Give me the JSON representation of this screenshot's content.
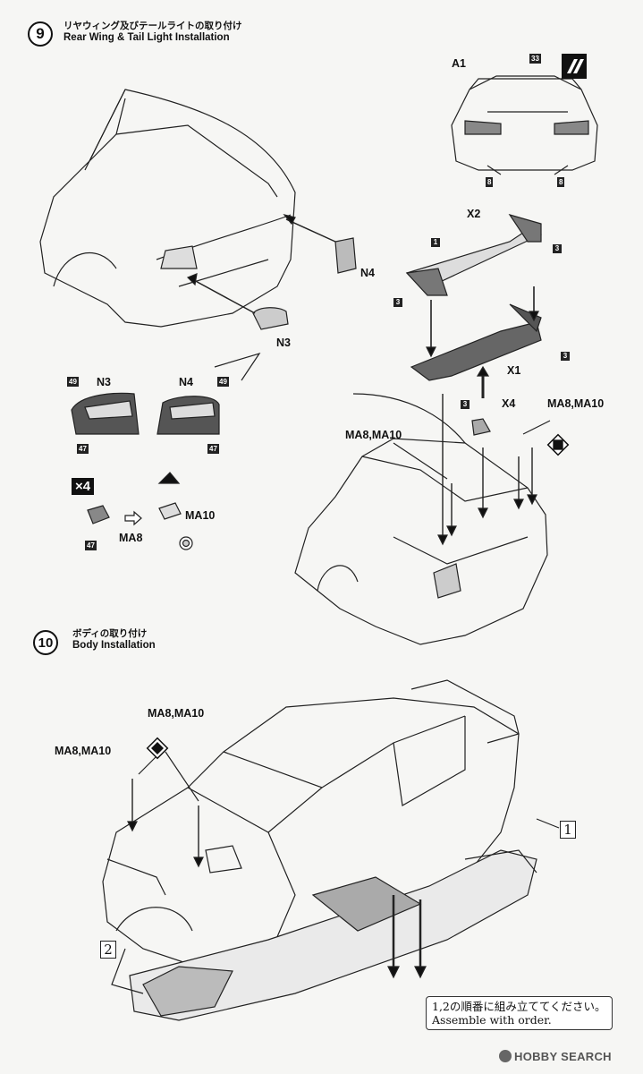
{
  "step9": {
    "number": "9",
    "title_jp": "リヤウィング及びテールライトの取り付け",
    "title_en": "Rear Wing & Tail Light Installation"
  },
  "step10": {
    "number": "10",
    "title_jp": "ボディの取り付け",
    "title_en": "Body Installation"
  },
  "rear_view": {
    "label_a1": "A1",
    "decal_33": "33",
    "decal_8_left": "8",
    "decal_8_right": "8"
  },
  "wing": {
    "label_x2": "X2",
    "label_x1": "X1",
    "label_x4": "X4",
    "color_1": "1",
    "color_3a": "3",
    "color_3b": "3",
    "color_3c": "3",
    "color_3d": "3"
  },
  "tail_lights": {
    "label_n3": "N3",
    "label_n4": "N4",
    "n3_decal_top": "49",
    "n3_decal_bottom": "47",
    "n4_decal_top": "49",
    "n4_decal_bottom": "47"
  },
  "callouts": {
    "n4_part": "N4",
    "n3_part": "N3",
    "ma_top_left": "MA8,MA10",
    "ma_top_right": "MA8,MA10",
    "ma_step10_a": "MA8,MA10",
    "ma_step10_b": "MA8,MA10"
  },
  "magnet_box": {
    "multiplier": "×4",
    "label_ma8": "MA8",
    "label_ma10": "MA10",
    "decal_47": "47"
  },
  "order": {
    "one": "1",
    "two": "2"
  },
  "note": {
    "jp": "1,2の順番に組み立ててください。",
    "en": "Assemble with order."
  },
  "watermark": "HOBBY SEARCH"
}
